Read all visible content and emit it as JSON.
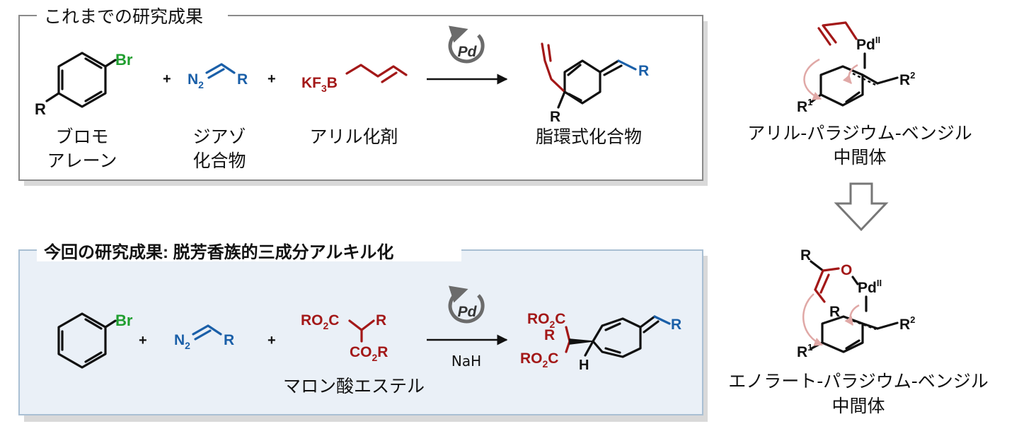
{
  "panel_previous": {
    "title": "これまでの研究成果",
    "bromoarene": {
      "substituent": "R",
      "halogen": "Br",
      "name_line1": "ブロモ",
      "name_line2": "アレーン"
    },
    "plus": "+",
    "diazo": {
      "n2": "N",
      "n2_sub": "2",
      "r": "R",
      "name_line1": "ジアゾ",
      "name_line2": "化合物"
    },
    "allyl": {
      "kf3b_a": "KF",
      "kf3b_sub": "3",
      "kf3b_b": "B",
      "name": "アリル化剤"
    },
    "catalyst": "Pd",
    "product": {
      "r_alkene": "R",
      "r_ring": "R",
      "name": "脂環式化合物"
    }
  },
  "panel_current": {
    "title": "今回の研究成果: 脱芳香族的三成分アルキル化",
    "bromoarene": {
      "halogen": "Br"
    },
    "plus": "+",
    "diazo": {
      "n2": "N",
      "n2_sub": "2",
      "r": "R"
    },
    "malonate": {
      "top_a": "RO",
      "top_sub": "2",
      "top_b": "C",
      "r": "R",
      "bot_a": "CO",
      "bot_sub": "2",
      "bot_b": "R",
      "name": "マロン酸エステル"
    },
    "catalyst": "Pd",
    "base": "NaH",
    "product": {
      "top_a": "RO",
      "top_sub": "2",
      "top_b": "C",
      "r_mid": "R",
      "bot_a": "RO",
      "bot_sub": "2",
      "bot_b": "C",
      "h": "H",
      "r_alkene": "R"
    }
  },
  "right_top": {
    "pd": "Pd",
    "pd_ox": "II",
    "r1": "R",
    "r1_sup": "1",
    "r2": "R",
    "r2_sup": "2",
    "name_line1": "アリル-パラジウム-ベンジル",
    "name_line2": "中間体"
  },
  "right_bottom": {
    "r_top": "R",
    "o": "O",
    "pd": "Pd",
    "pd_ox": "II",
    "r_mid": "R",
    "r1": "R",
    "r1_sup": "1",
    "r2": "R",
    "r2_sup": "2",
    "name_line1": "エノラート-パラジウム-ベンジル",
    "name_line2": "中間体"
  },
  "colors": {
    "bromine": "#1f9e2f",
    "diazo": "#1a5fa8",
    "allyl": "#a31818",
    "pd_cycle": "#666666",
    "curved_arrow": "#e0a8a6",
    "current_panel_fill": "#eaf0f7"
  }
}
